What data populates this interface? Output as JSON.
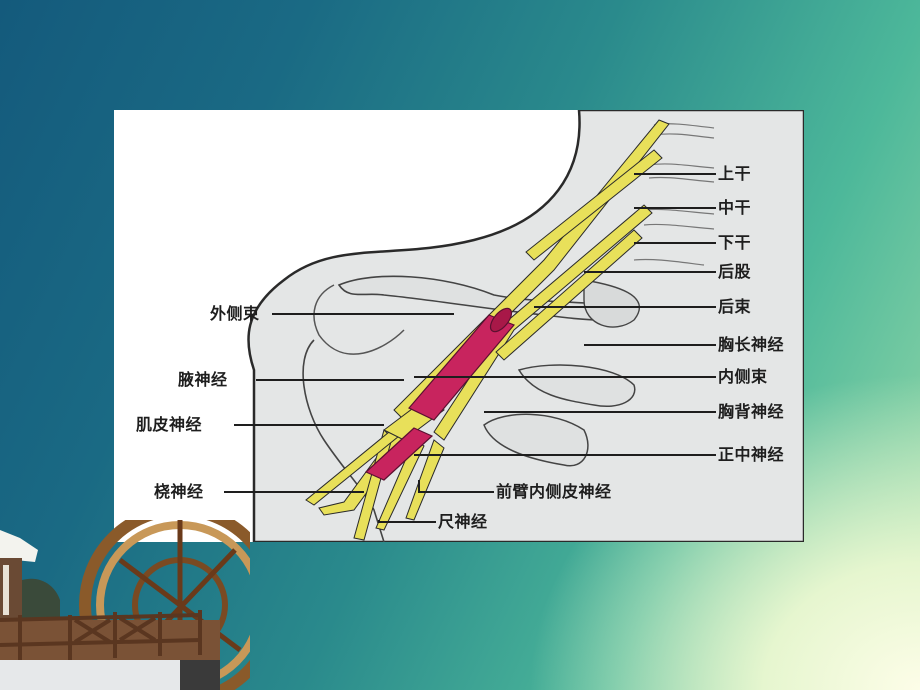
{
  "slide": {
    "background": {
      "top_left": "#145a7c",
      "center": "#2a8a8c",
      "top_right": "#5cc09a",
      "bottom_right": "#fdfde8"
    },
    "figure": {
      "type": "anatomical-illustration",
      "subject": "brachial plexus",
      "colors": {
        "nerve": "#e8e05a",
        "artery": "#c8245e",
        "outline": "#2a2a2a",
        "tissue": "#e4e6e6"
      },
      "labels_right": [
        {
          "text": "上干"
        },
        {
          "text": "中干"
        },
        {
          "text": "下干"
        },
        {
          "text": "后股"
        },
        {
          "text": "后束"
        },
        {
          "text": "胸长神经"
        },
        {
          "text": "内侧束"
        },
        {
          "text": "胸背神经"
        },
        {
          "text": "正中神经"
        }
      ],
      "labels_left": [
        {
          "text": "外侧束"
        },
        {
          "text": "腋神经"
        },
        {
          "text": "肌皮神经"
        },
        {
          "text": "桡神经"
        }
      ],
      "labels_bottom": [
        {
          "text": "前臂内侧皮神经"
        },
        {
          "text": "尺神经"
        }
      ]
    },
    "decoration": {
      "subject": "wooden water wheel and deck railing"
    }
  }
}
